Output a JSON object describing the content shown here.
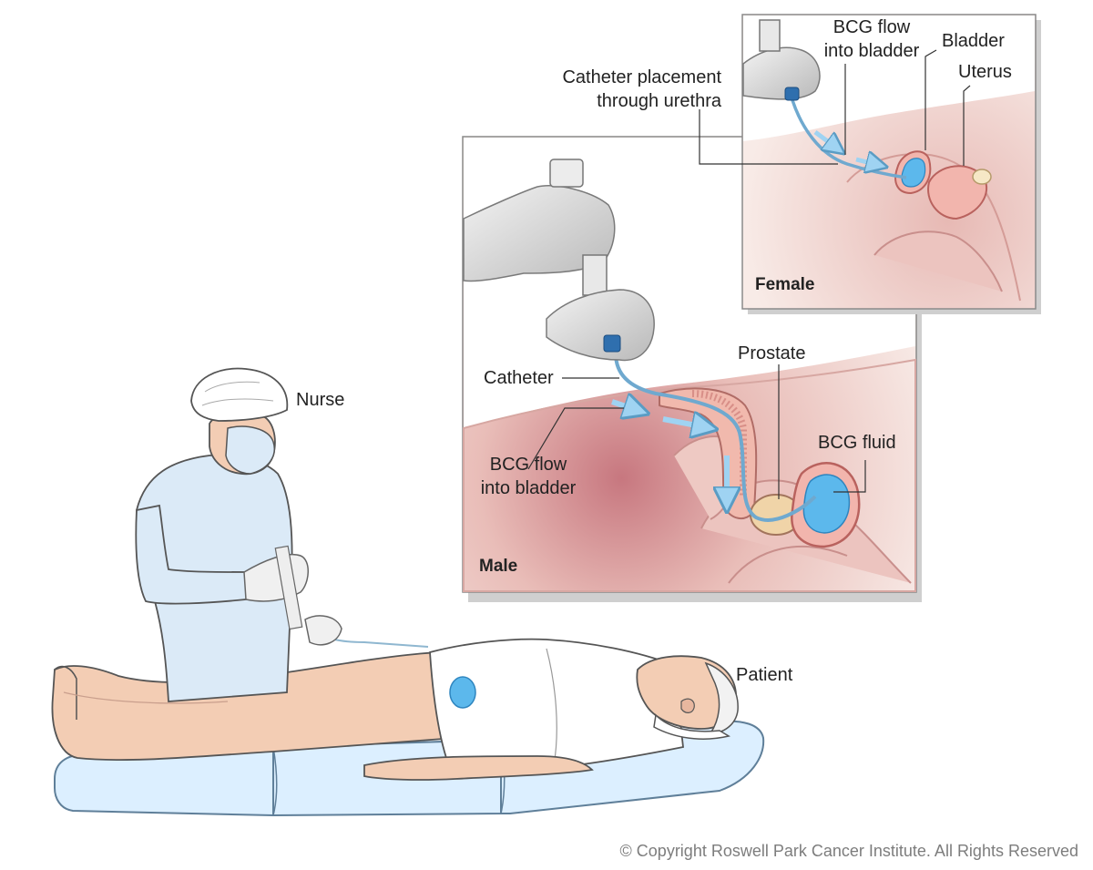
{
  "labels": {
    "nurse": "Nurse",
    "patient": "Patient",
    "catheter": "Catheter",
    "prostate": "Prostate",
    "bcg_fluid": "BCG fluid",
    "male": "Male",
    "female": "Female",
    "bcg_flow_male_1": "BCG flow",
    "bcg_flow_male_2": "into bladder",
    "bcg_flow_female_1": "BCG flow",
    "bcg_flow_female_2": "into bladder",
    "bladder": "Bladder",
    "uterus": "Uterus",
    "catheter_placement_1": "Catheter placement",
    "catheter_placement_2": "through urethra"
  },
  "copyright": "© Copyright Roswell Park Cancer Institute. All Rights Reserved",
  "colors": {
    "skin": "#f3cdb4",
    "skin_shadow": "#d9a894",
    "scrubs": "#dbeaf7",
    "mattress": "#dcefff",
    "fluid": "#5cb8ec",
    "panel_bg": "#f6e4df",
    "panel_border": "#8a8a8a",
    "outline": "#555555"
  }
}
